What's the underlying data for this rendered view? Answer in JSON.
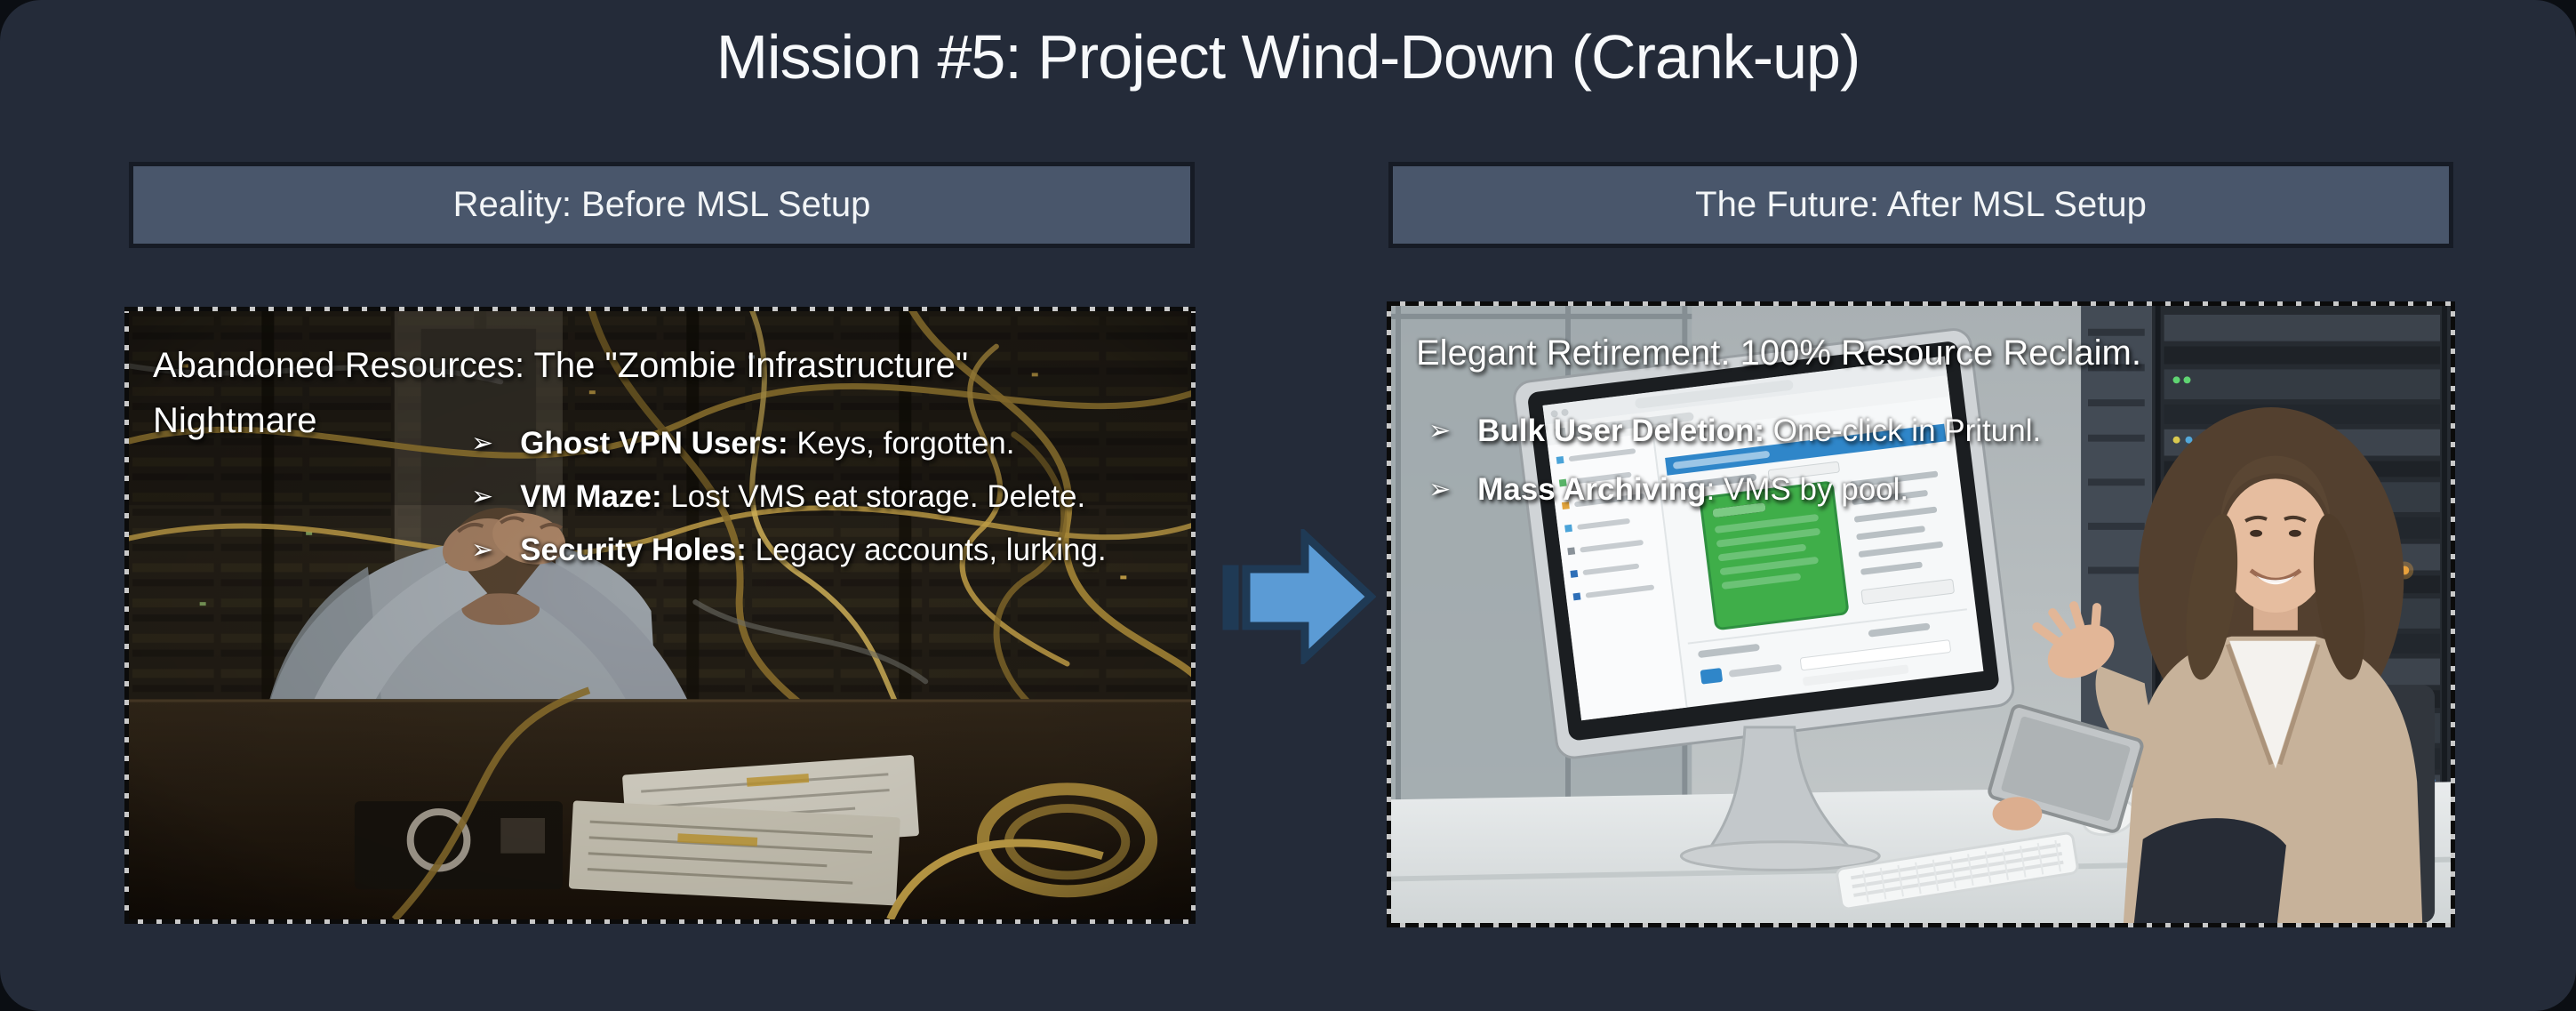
{
  "slide": {
    "title": "Mission #5: Project Wind-Down (Crank-up)",
    "background_color": "#242B39",
    "header_bar_color": "#49566B"
  },
  "panels": {
    "left": {
      "header": "Reality: Before MSL Setup",
      "overlay": {
        "title": "Abandoned Resources: The \"Zombie Infrastructure\" Nightmare",
        "bullets": [
          {
            "glyph": "➢",
            "bold": "Ghost VPN Users:",
            "text": " Keys, forgotten."
          },
          {
            "glyph": "➢",
            "bold": "VM Maze:",
            "text": " Lost VMS eat storage. Delete."
          },
          {
            "glyph": "➢",
            "bold": "Security Holes:",
            "text": " Legacy accounts, lurking."
          }
        ]
      }
    },
    "right": {
      "header": "The Future: After MSL Setup",
      "overlay": {
        "title": "Elegant Retirement. 100% Resource Reclaim.",
        "bullets": [
          {
            "glyph": "➢",
            "bold": "Bulk User Deletion:",
            "text": " One-click in Pritunl."
          },
          {
            "glyph": "➢",
            "bold": "Mass Archiving",
            "text": ": VMS by pool."
          }
        ]
      }
    }
  },
  "arrow": {
    "fill": "#5B9BD5",
    "outline": "#1F3A55"
  }
}
